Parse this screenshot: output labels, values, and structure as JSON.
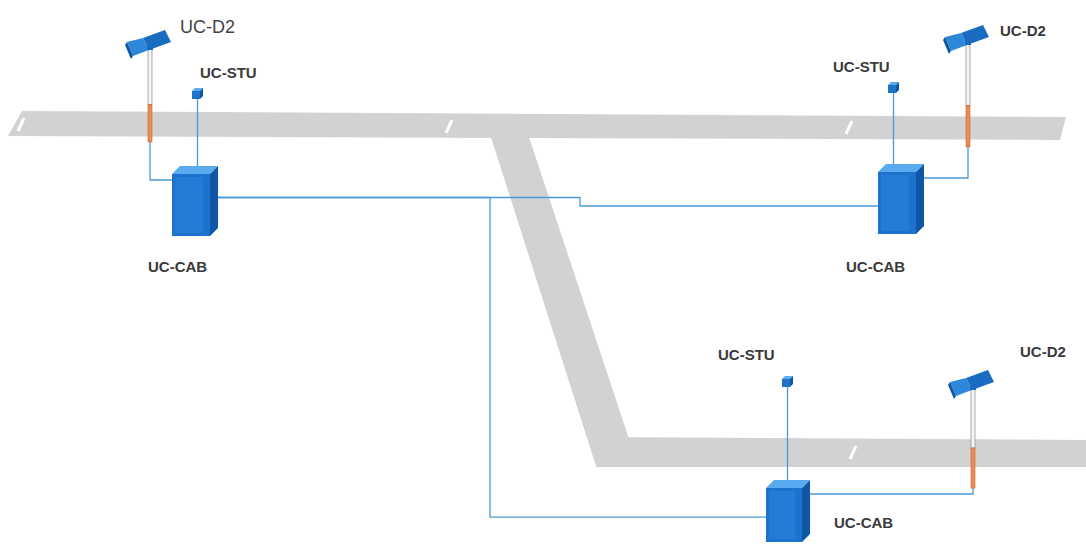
{
  "diagram": {
    "nodes": [
      {
        "text": [
          "UC-D2"
        ]
      },
      {
        "text": [
          "UC-STU"
        ]
      },
      {
        "text": [
          "UC-CAB"
        ]
      },
      {
        "text": [
          "UC-STU"
        ]
      },
      {
        "text": [
          "UC-D2"
        ]
      },
      {
        "text": [
          "UC-CAB"
        ]
      },
      {
        "text": [
          "UC-STU"
        ]
      },
      {
        "text": [
          "UC-D2"
        ]
      },
      {
        "text": [
          "UC-CAB"
        ]
      }
    ],
    "edges": [
      {
        "from": 0,
        "to": 2,
        "arrow": "none"
      },
      {
        "from": 1,
        "to": 2,
        "arrow": "none"
      },
      {
        "from": 3,
        "to": 5,
        "arrow": "none"
      },
      {
        "from": 4,
        "to": 5,
        "arrow": "none"
      },
      {
        "from": 6,
        "to": 8,
        "arrow": "none"
      },
      {
        "from": 7,
        "to": 8,
        "arrow": "none"
      },
      {
        "from": 2,
        "to": 5,
        "arrow": "none"
      },
      {
        "from": 2,
        "to": 8,
        "arrow": "none"
      }
    ]
  }
}
